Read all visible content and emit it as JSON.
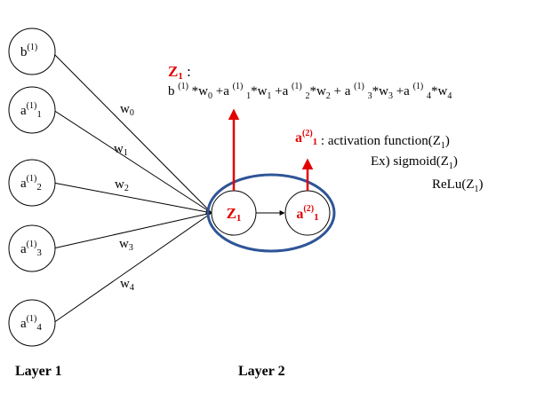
{
  "colors": {
    "ink": "#000000",
    "accent_red": "#e30000",
    "ring_blue": "#2f5597"
  },
  "inputs": [
    {
      "base": "b",
      "sup": "(1)",
      "sub": ""
    },
    {
      "base": "a",
      "sup": "(1)",
      "sub": "1"
    },
    {
      "base": "a",
      "sup": "(1)",
      "sub": "2"
    },
    {
      "base": "a",
      "sup": "(1)",
      "sub": "3"
    },
    {
      "base": "a",
      "sup": "(1)",
      "sub": "4"
    }
  ],
  "weights": [
    {
      "base": "w",
      "sub": "0"
    },
    {
      "base": "w",
      "sub": "1"
    },
    {
      "base": "w",
      "sub": "2"
    },
    {
      "base": "w",
      "sub": "3"
    },
    {
      "base": "w",
      "sub": "4"
    }
  ],
  "nodes": {
    "z": {
      "base": "Z",
      "sub": "1"
    },
    "a": {
      "base": "a",
      "sup": "(2)",
      "sub": "1"
    }
  },
  "z_label": {
    "base": "Z",
    "sub": "1",
    "suffix": " :"
  },
  "z_equation": [
    {
      "t": "b "
    },
    {
      "t": "(1)",
      "k": "sup"
    },
    {
      "t": " *w"
    },
    {
      "t": "0",
      "k": "sub"
    },
    {
      "t": " +a "
    },
    {
      "t": "(1)",
      "k": "sup"
    },
    {
      "t": " "
    },
    {
      "t": "1",
      "k": "sub"
    },
    {
      "t": "*w"
    },
    {
      "t": "1",
      "k": "sub"
    },
    {
      "t": " +a "
    },
    {
      "t": "(1)",
      "k": "sup"
    },
    {
      "t": " "
    },
    {
      "t": "2",
      "k": "sub"
    },
    {
      "t": "*w"
    },
    {
      "t": "2",
      "k": "sub"
    },
    {
      "t": " + a "
    },
    {
      "t": "(1)",
      "k": "sup"
    },
    {
      "t": " "
    },
    {
      "t": "3",
      "k": "sub"
    },
    {
      "t": "*w"
    },
    {
      "t": "3",
      "k": "sub"
    },
    {
      "t": " +a "
    },
    {
      "t": "(1)",
      "k": "sup"
    },
    {
      "t": " "
    },
    {
      "t": "4",
      "k": "sub"
    },
    {
      "t": "*w"
    },
    {
      "t": "4",
      "k": "sub"
    }
  ],
  "activation": {
    "symbol": {
      "base": "a",
      "sup": "(2)",
      "sub": "1"
    },
    "line1": [
      {
        "t": " : activation function(Z"
      },
      {
        "t": "1",
        "k": "sub"
      },
      {
        "t": ")"
      }
    ],
    "line2": [
      {
        "t": "Ex) sigmoid(Z"
      },
      {
        "t": "1",
        "k": "sub"
      },
      {
        "t": ")"
      }
    ],
    "line3": [
      {
        "t": "ReLu(Z"
      },
      {
        "t": "1",
        "k": "sub"
      },
      {
        "t": ")"
      }
    ]
  },
  "layers": {
    "layer1": "Layer 1",
    "layer2": "Layer 2"
  }
}
